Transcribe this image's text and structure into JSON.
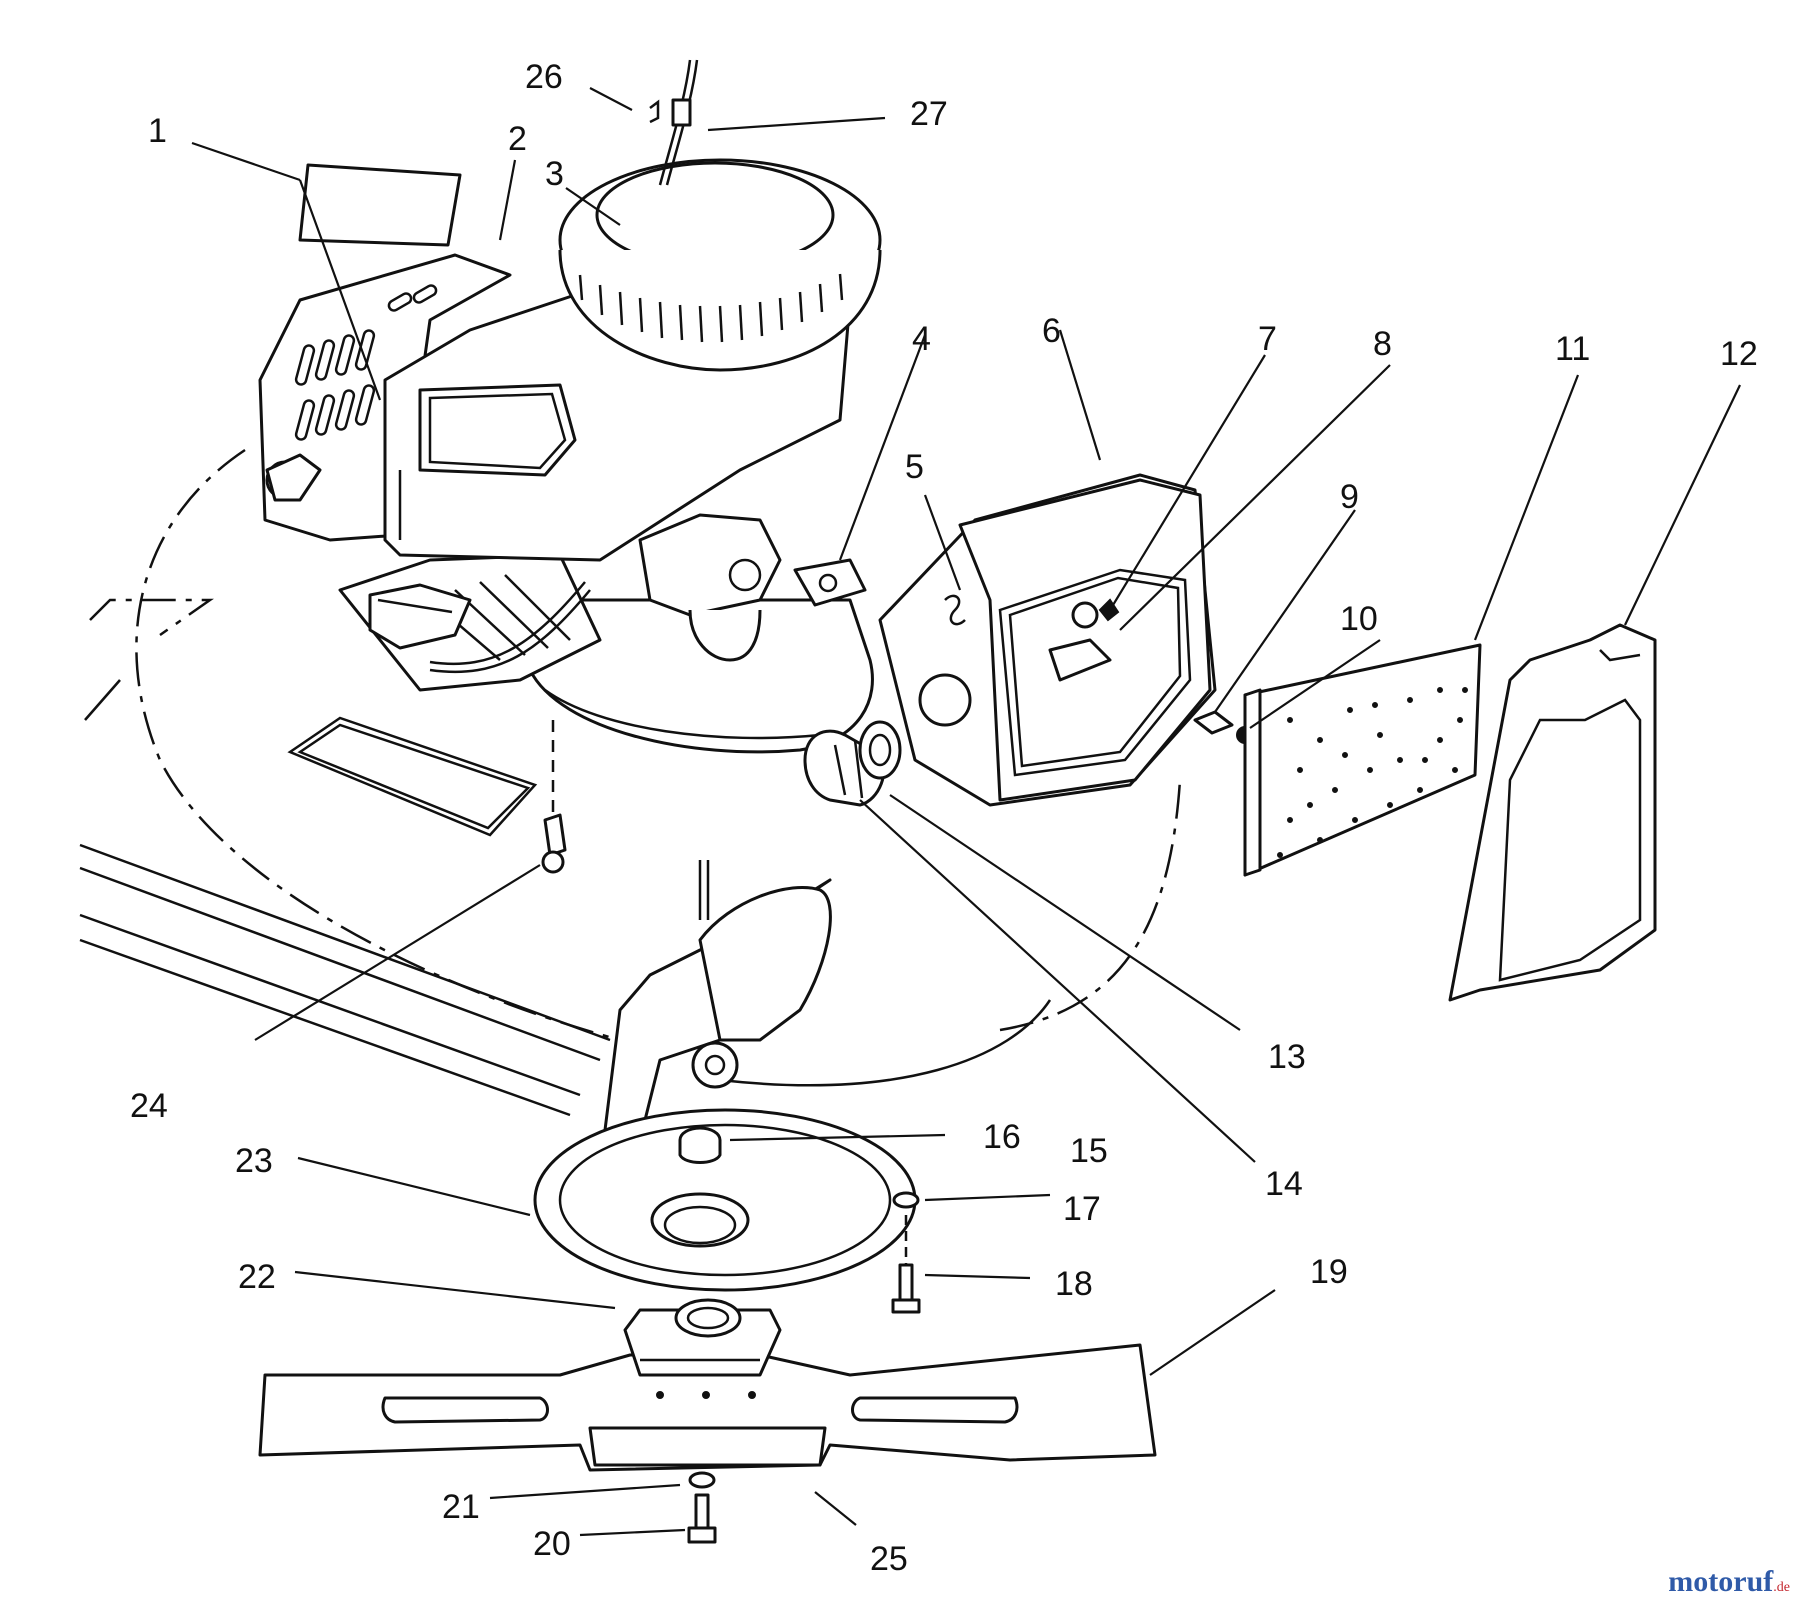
{
  "callouts": [
    {
      "id": "1",
      "label": "1"
    },
    {
      "id": "2",
      "label": "2"
    },
    {
      "id": "3",
      "label": "3"
    },
    {
      "id": "4",
      "label": "4"
    },
    {
      "id": "5",
      "label": "5"
    },
    {
      "id": "6",
      "label": "6"
    },
    {
      "id": "7",
      "label": "7"
    },
    {
      "id": "8",
      "label": "8"
    },
    {
      "id": "9",
      "label": "9"
    },
    {
      "id": "10",
      "label": "10"
    },
    {
      "id": "11",
      "label": "11"
    },
    {
      "id": "12",
      "label": "12"
    },
    {
      "id": "13",
      "label": "13"
    },
    {
      "id": "14",
      "label": "14"
    },
    {
      "id": "15",
      "label": "15"
    },
    {
      "id": "16",
      "label": "16"
    },
    {
      "id": "17",
      "label": "17"
    },
    {
      "id": "18",
      "label": "18"
    },
    {
      "id": "19",
      "label": "19"
    },
    {
      "id": "20",
      "label": "20"
    },
    {
      "id": "21",
      "label": "21"
    },
    {
      "id": "22",
      "label": "22"
    },
    {
      "id": "23",
      "label": "23"
    },
    {
      "id": "24",
      "label": "24"
    },
    {
      "id": "25",
      "label": "25"
    },
    {
      "id": "26",
      "label": "26"
    },
    {
      "id": "27",
      "label": "27"
    }
  ],
  "watermark": {
    "brand": "motoruf",
    "domain": ".de"
  }
}
